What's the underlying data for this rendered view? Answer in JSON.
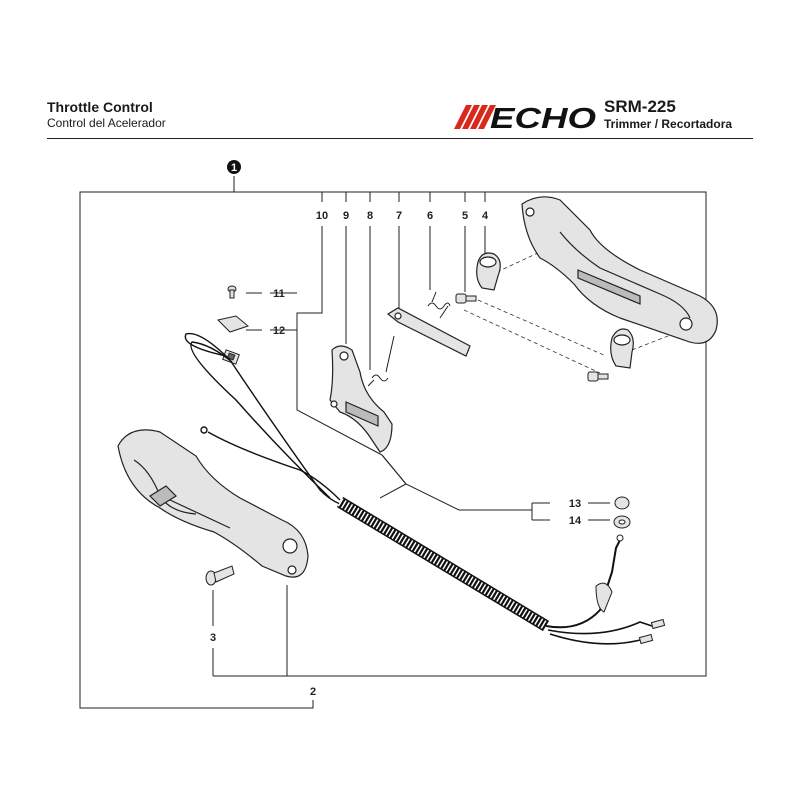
{
  "header": {
    "title": "Throttle Control",
    "subtitle": "Control del Acelerador",
    "brand": "ECHO",
    "model": "SRM-225",
    "model_desc": "Trimmer / Recortadora"
  },
  "callouts": {
    "assembly": "1",
    "c2": "2",
    "c3": "3",
    "c4": "4",
    "c5": "5",
    "c6": "6",
    "c7": "7",
    "c8": "8",
    "c9": "9",
    "c10": "10",
    "c11": "11",
    "c12": "12",
    "c13": "13",
    "c14": "14"
  },
  "colors": {
    "brand_red": "#d9281c",
    "line": "#222222",
    "part_fill": "#e4e4e4"
  }
}
